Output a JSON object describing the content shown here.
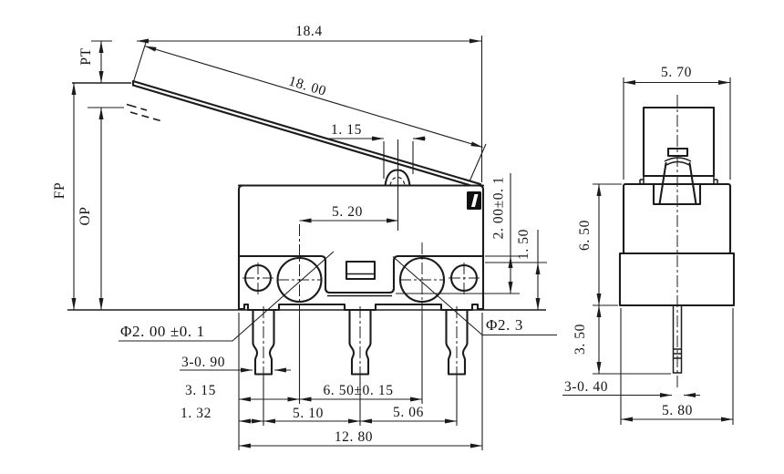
{
  "front_view": {
    "labels": {
      "pt": "PT",
      "fp": "FP",
      "op": "OP"
    },
    "dims": {
      "overall_18_4": "18.4",
      "lever_18_00": "18. 00",
      "dimple_1_15": "1. 15",
      "plunger_5_20": "5. 20",
      "depth_2_00": "2. 00±0. 1",
      "depth_1_50": "1. 50",
      "hole_left": "Φ2. 00 ±0. 1",
      "pin_width_0_90": "3-0. 90",
      "edge_3_15": "3. 15",
      "edge_1_32": "1. 32",
      "pitch_5_10": "5. 10",
      "holes_6_50": "6. 50±0. 15",
      "pitch_5_06": "5. 06",
      "overall_12_80": "12. 80",
      "hole_right": "Φ2. 3"
    }
  },
  "side_view": {
    "dims": {
      "width_5_70": "5. 70",
      "height_6_50": "6. 50",
      "pin_len_3_50": "3. 50",
      "pin_width_0_40": "3-0. 40",
      "width_5_80": "5. 80"
    }
  }
}
